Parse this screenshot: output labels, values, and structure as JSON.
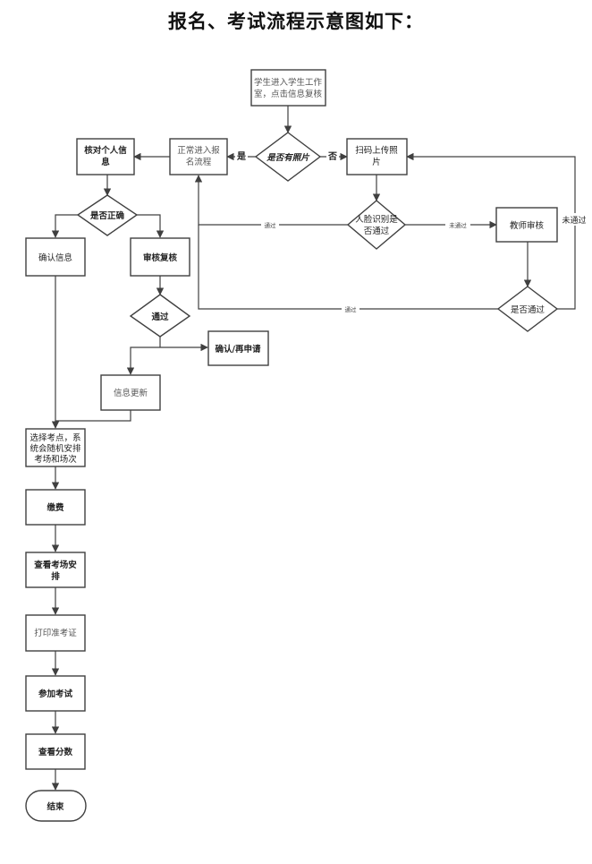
{
  "title": "报名、考试流程示意图如下：",
  "nodes": {
    "studentLogin": [
      "学生进入学生工作",
      "室，点击信息复核"
    ],
    "hasPhoto": [
      "是否有照片"
    ],
    "formalFlow": [
      "正常进入报",
      "名流程"
    ],
    "scanUpload": [
      "扫码上传照",
      "片"
    ],
    "verifyInfo": [
      "核对个人信",
      "息"
    ],
    "faceCheck": [
      "人脸识别是",
      "否通过"
    ],
    "teacherReview": [
      "教师审核"
    ],
    "isCorrect": [
      "是否正确"
    ],
    "confirmInfo": [
      "确认信息"
    ],
    "reviewCheck": [
      "审核复核"
    ],
    "isPassed": [
      "是否通过"
    ],
    "passedDiamond": [
      "通过"
    ],
    "confirmReapply": [
      "确认/再申请"
    ],
    "infoUpdate": [
      "信息更新"
    ],
    "selectSite": [
      "选择考点，系",
      "统会随机安排",
      "考场和场次"
    ],
    "pay": [
      "缴费"
    ],
    "viewArrangement": [
      "查看考场安",
      "排"
    ],
    "printTicket": [
      "打印准考证"
    ],
    "attendExam": [
      "参加考试"
    ],
    "viewScore": [
      "查看分数"
    ],
    "end": [
      "结束"
    ]
  },
  "edgeLabels": {
    "yes": "是",
    "no": "否",
    "passed1": "通过",
    "notPassed1": "未通过",
    "passed2": "通过",
    "notPassed2": "未通过"
  }
}
